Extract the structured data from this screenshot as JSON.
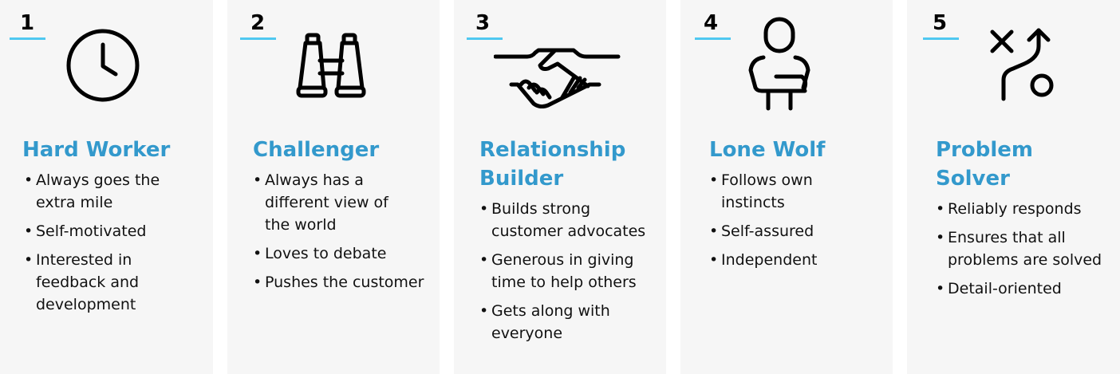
{
  "accent_color": "#3399cc",
  "underline_color": "#4fc8f0",
  "cards": [
    {
      "number": "1",
      "icon": "clock-icon",
      "title": "Hard Worker",
      "bullets": [
        "Always goes the extra mile",
        "Self-motivated",
        "Interested in feedback and development"
      ]
    },
    {
      "number": "2",
      "icon": "binoculars-icon",
      "title": "Challenger",
      "bullets": [
        "Always has a different view of the world",
        "Loves to debate",
        "Pushes the customer"
      ]
    },
    {
      "number": "3",
      "icon": "handshake-icon",
      "title": "Relationship Builder",
      "bullets": [
        "Builds strong customer advocates",
        "Generous in giving time to help others",
        "Gets along with everyone"
      ]
    },
    {
      "number": "4",
      "icon": "person-crossed-arms-icon",
      "title": "Lone Wolf",
      "bullets": [
        "Follows own instincts",
        "Self-assured",
        "Independent"
      ]
    },
    {
      "number": "5",
      "icon": "strategy-icon",
      "title": "Problem Solver",
      "bullets": [
        "Reliably responds",
        "Ensures that all problems are solved",
        "Detail-oriented"
      ]
    }
  ]
}
